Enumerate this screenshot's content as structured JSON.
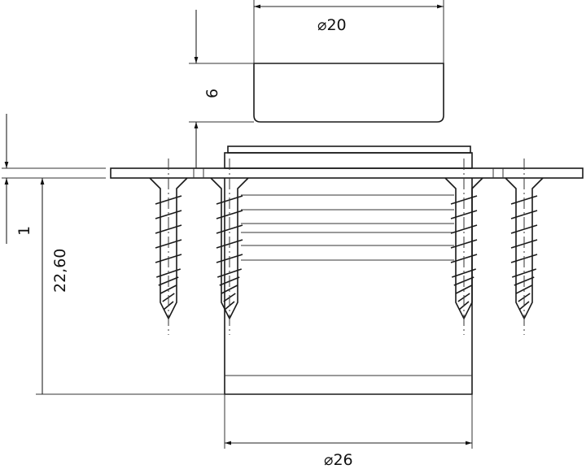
{
  "dimensions": {
    "cap_diameter": "⌀20",
    "cap_height": "6",
    "plate_thickness": "1",
    "body_depth": "22,60",
    "body_diameter": "⌀26"
  },
  "colors": {
    "line": "#1a1a1a",
    "background": "#ffffff"
  }
}
